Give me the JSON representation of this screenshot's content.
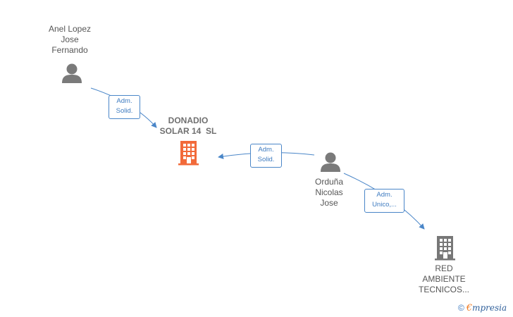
{
  "colors": {
    "edge": "#4a86c8",
    "person_icon": "#7a7a7a",
    "main_company_icon": "#f26a3a",
    "company_icon": "#777777"
  },
  "nodes": {
    "person_anel": {
      "label_lines": [
        "Anel Lopez",
        "Jose",
        "Fernando"
      ],
      "icon": "person-icon"
    },
    "company_donadio": {
      "label_lines": [
        "DONADIO",
        "SOLAR 14  SL"
      ],
      "icon": "building-icon"
    },
    "person_orduna": {
      "label_lines": [
        "Orduña",
        "Nicolas",
        "Jose"
      ],
      "icon": "person-icon"
    },
    "company_red": {
      "label_lines": [
        "RED",
        "AMBIENTE",
        "TECNICOS..."
      ],
      "icon": "building-icon"
    }
  },
  "edges": [
    {
      "from": "person_anel",
      "to": "company_donadio",
      "label_lines": [
        "Adm.",
        "Solid."
      ]
    },
    {
      "from": "person_orduna",
      "to": "company_donadio",
      "label_lines": [
        "Adm.",
        "Solid."
      ]
    },
    {
      "from": "person_orduna",
      "to": "company_red",
      "label_lines": [
        "Adm.",
        "Unico,..."
      ]
    }
  ],
  "watermark": {
    "copyright_symbol": "©",
    "brand_initial": "€",
    "brand_rest": "mpresia"
  }
}
